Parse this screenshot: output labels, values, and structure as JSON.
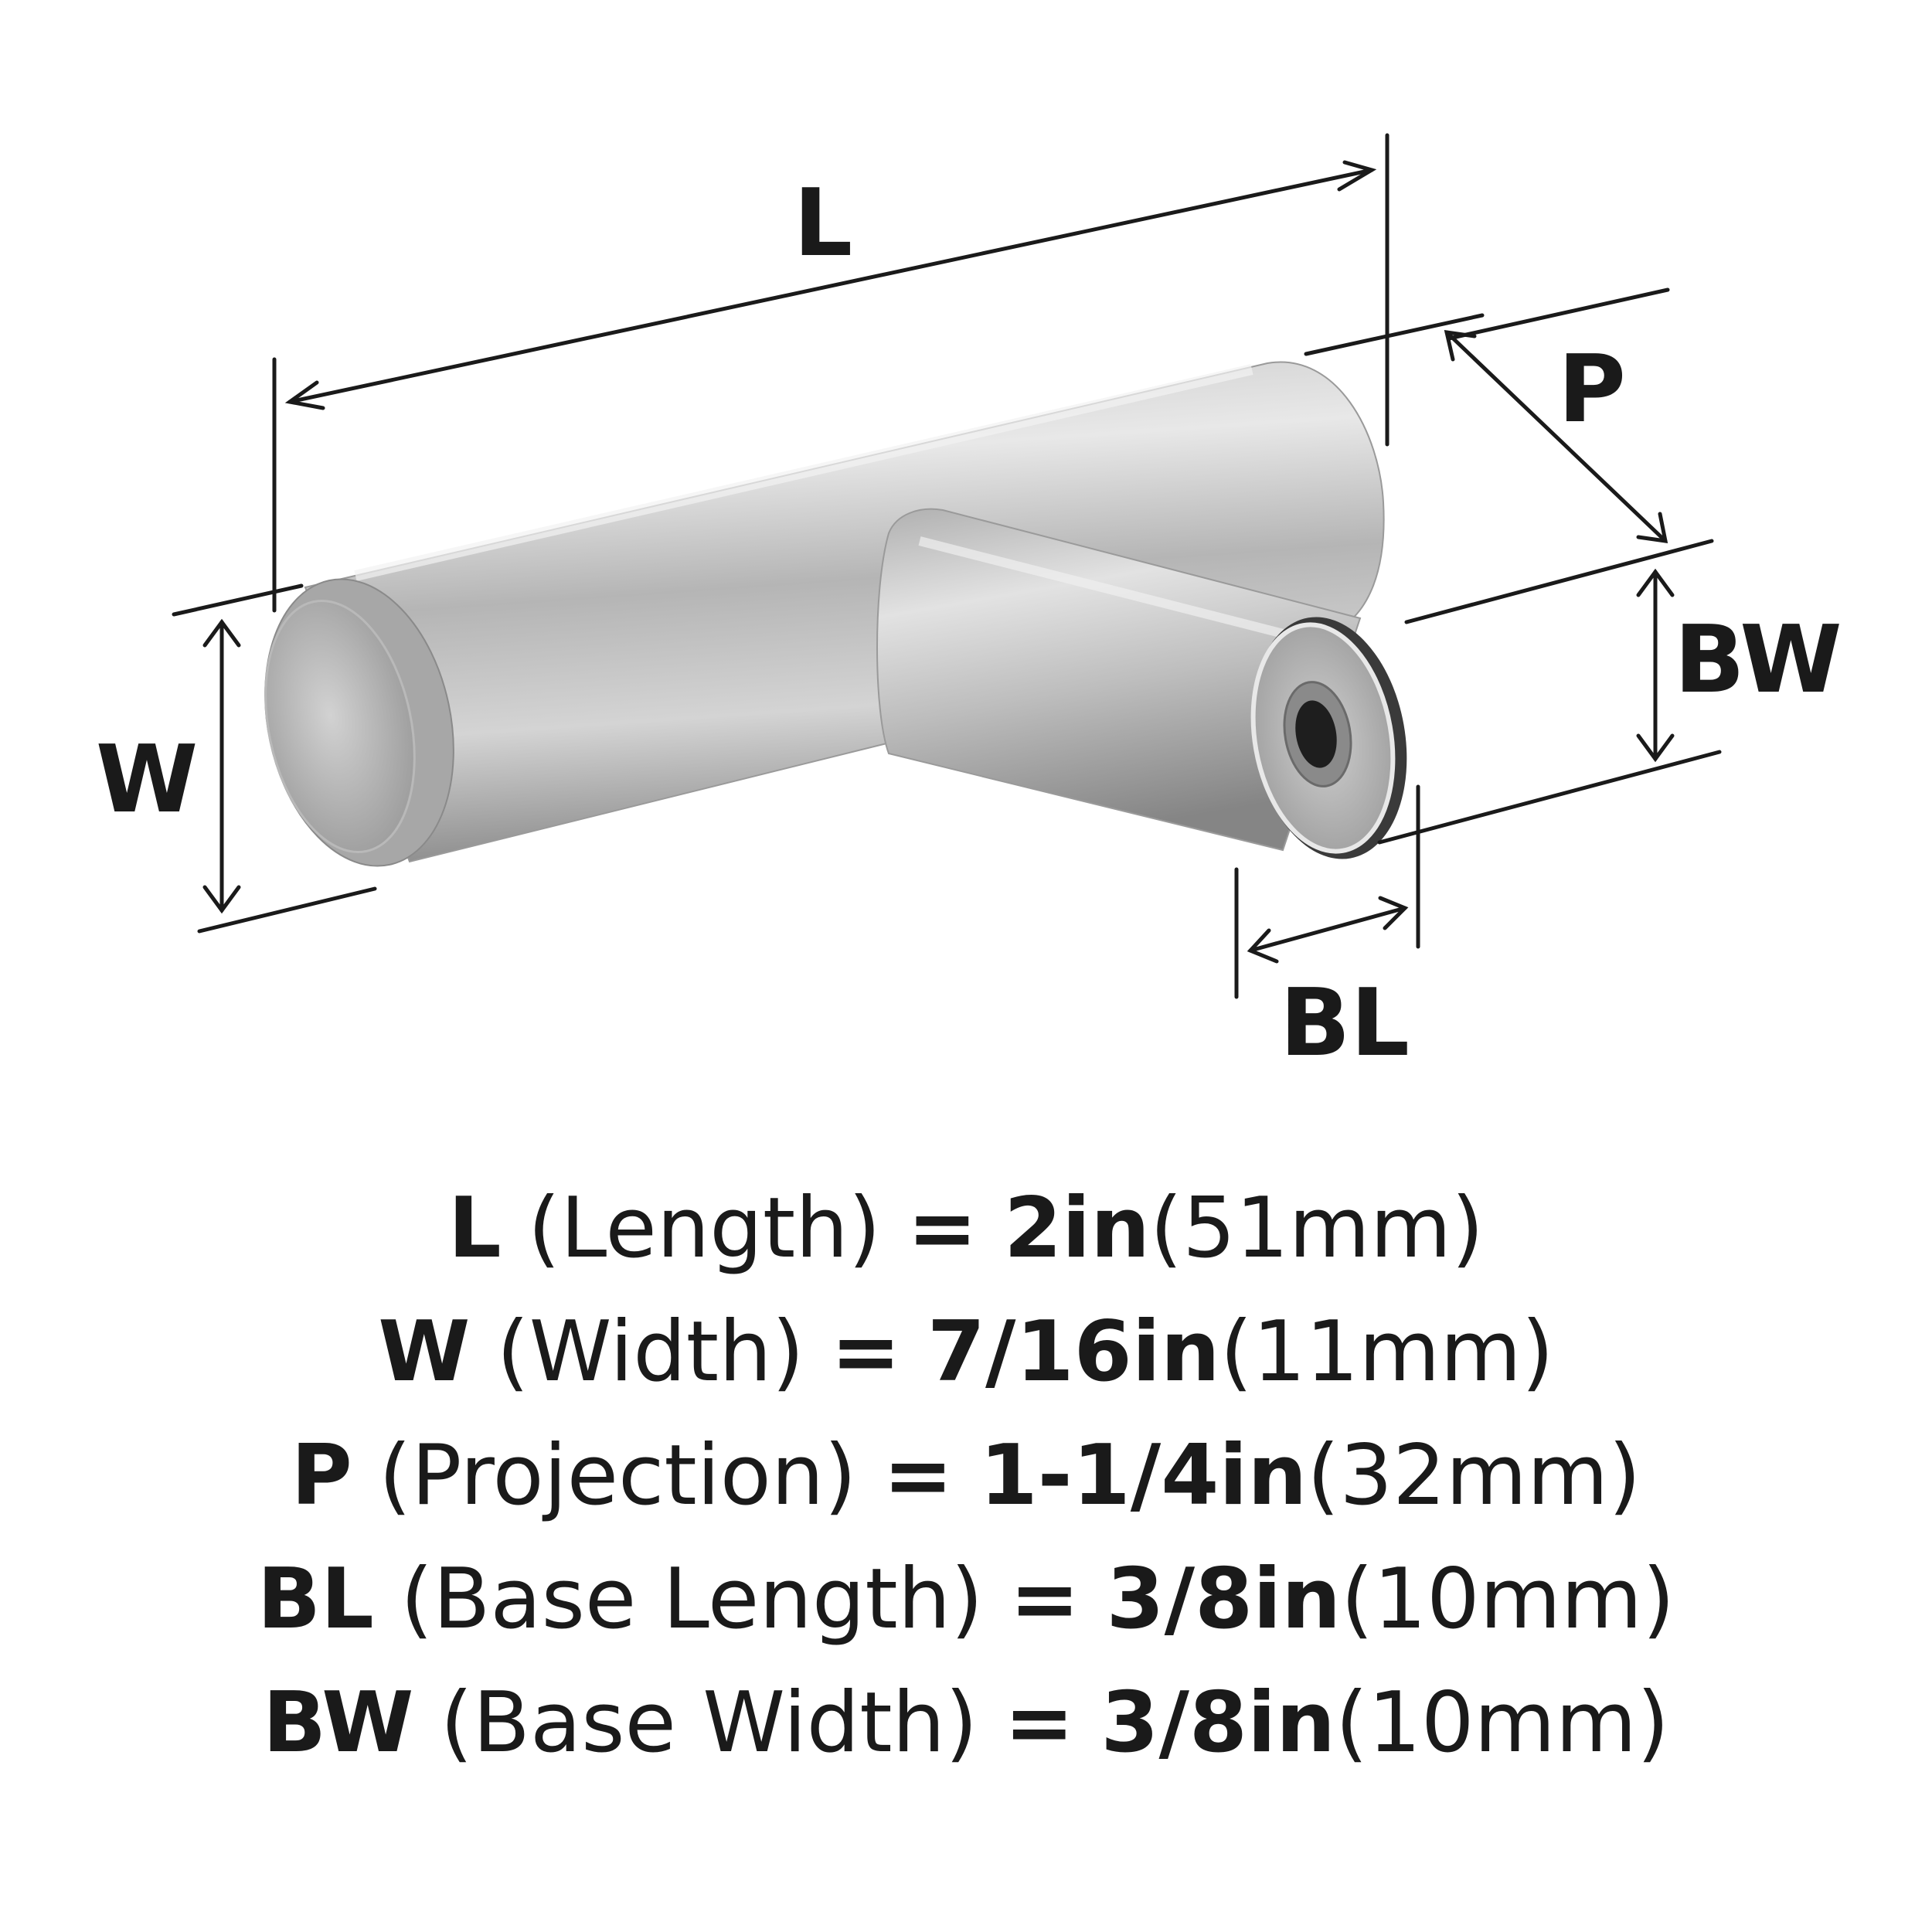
{
  "dimension_labels": {
    "length": "L",
    "width": "W",
    "projection": "P",
    "base_width": "BW",
    "base_length": "BL"
  },
  "specs": [
    {
      "code": "L",
      "name": "(Length)",
      "eq": "=",
      "imperial": "2in",
      "metric": "(51mm)"
    },
    {
      "code": "W",
      "name": "(Width)",
      "eq": "=",
      "imperial": "7/16in",
      "metric": "(11mm)"
    },
    {
      "code": "P",
      "name": "(Projection)",
      "eq": "=",
      "imperial": "1-1/4in",
      "metric": "(32mm)"
    },
    {
      "code": "BL",
      "name": "(Base Length)",
      "eq": "=",
      "imperial": "3/8in",
      "metric": "(10mm)"
    },
    {
      "code": "BW",
      "name": "(Base Width)",
      "eq": "=",
      "imperial": "3/8in",
      "metric": "(10mm)"
    }
  ],
  "colors": {
    "ink": "#1a1a1a",
    "metal_light": "#d9d9d9",
    "metal_mid": "#a9a9a9",
    "metal_dark": "#6f6f6f"
  }
}
